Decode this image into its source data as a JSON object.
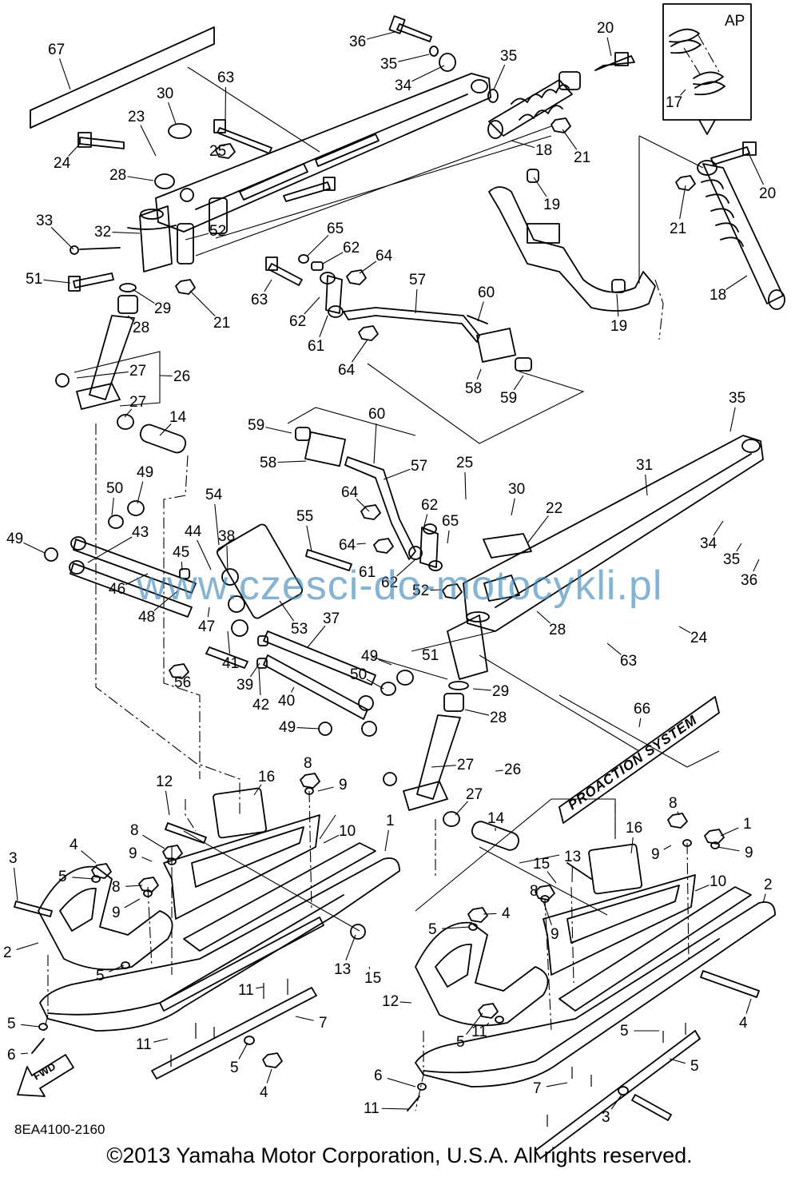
{
  "diagram": {
    "code": "8EA4100-2160",
    "copyright": "©2013 Yamaha Motor Corporation, U.S.A. All rights reserved.",
    "watermark": "www.czesci-do-motocykli.pl",
    "inset_label": "AP",
    "fwd_label": "FWD",
    "decal_text": "PROACTION SYSTEM"
  },
  "callouts": [
    "67",
    "63",
    "30",
    "23",
    "24",
    "25",
    "28",
    "20",
    "36",
    "35",
    "34",
    "35",
    "18",
    "21",
    "17",
    "21",
    "20",
    "18",
    "19",
    "19",
    "33",
    "32",
    "52",
    "51",
    "29",
    "28",
    "21",
    "65",
    "62",
    "64",
    "63",
    "62",
    "61",
    "57",
    "60",
    "64",
    "58",
    "59",
    "27",
    "26",
    "27",
    "14",
    "50",
    "49",
    "49",
    "43",
    "45",
    "44",
    "38",
    "54",
    "46",
    "48",
    "47",
    "41",
    "56",
    "53",
    "39",
    "42",
    "40",
    "37",
    "49",
    "50",
    "49",
    "59",
    "58",
    "60",
    "57",
    "64",
    "55",
    "64",
    "62",
    "65",
    "61",
    "62",
    "52",
    "25",
    "30",
    "22",
    "31",
    "35",
    "34",
    "35",
    "36",
    "28",
    "24",
    "63",
    "51",
    "29",
    "28",
    "66",
    "27",
    "26",
    "27",
    "14",
    "16",
    "12",
    "9",
    "8",
    "10",
    "1",
    "8",
    "9",
    "4",
    "3",
    "5",
    "8",
    "9",
    "2",
    "5",
    "13",
    "15",
    "11",
    "7",
    "5",
    "6",
    "11",
    "5",
    "4",
    "16",
    "13",
    "8",
    "15",
    "9",
    "10",
    "8",
    "9",
    "4",
    "5",
    "9",
    "1",
    "2",
    "12",
    "4",
    "5",
    "11",
    "5",
    "6",
    "11",
    "7",
    "5",
    "3"
  ]
}
